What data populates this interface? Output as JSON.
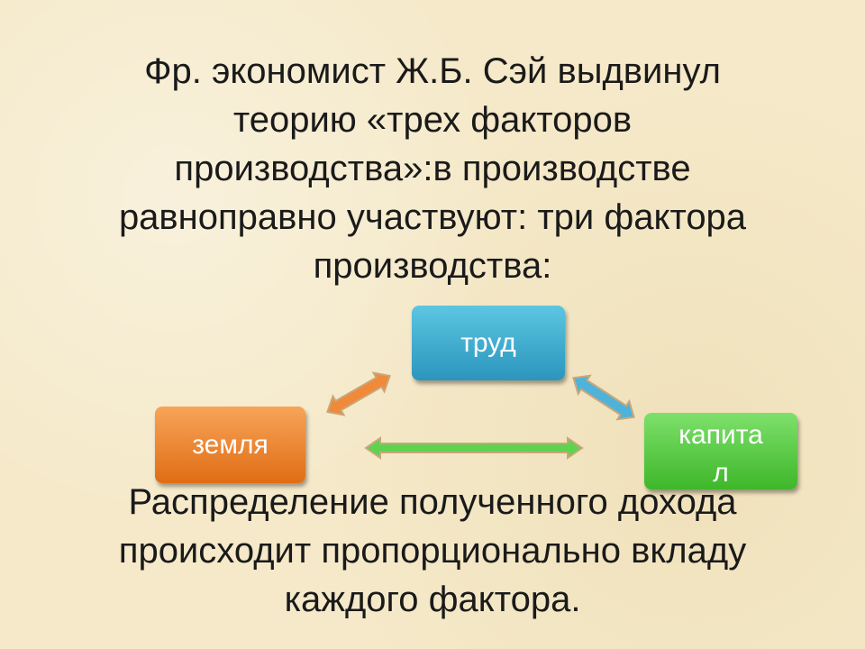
{
  "heading": "Фр. экономист Ж.Б. Сэй выдвинул\nтеорию «трех факторов\nпроизводства»:в производстве\nравноправно участвуют: три фактора\nпроизводства:",
  "factors": {
    "trud": "труд",
    "zemlya": "земля",
    "kapital": "капита\nл"
  },
  "footer": "Распределение полученного дохода\nпроисходит пропорционально вкладу\nкаждого фактора.",
  "colors": {
    "trud": "#3aa8cf",
    "zemlya": "#ee8630",
    "kapital": "#56cc40",
    "arrow_orange": "#f08a3a",
    "arrow_blue": "#4fb3d9",
    "arrow_green": "#5fd24f"
  }
}
